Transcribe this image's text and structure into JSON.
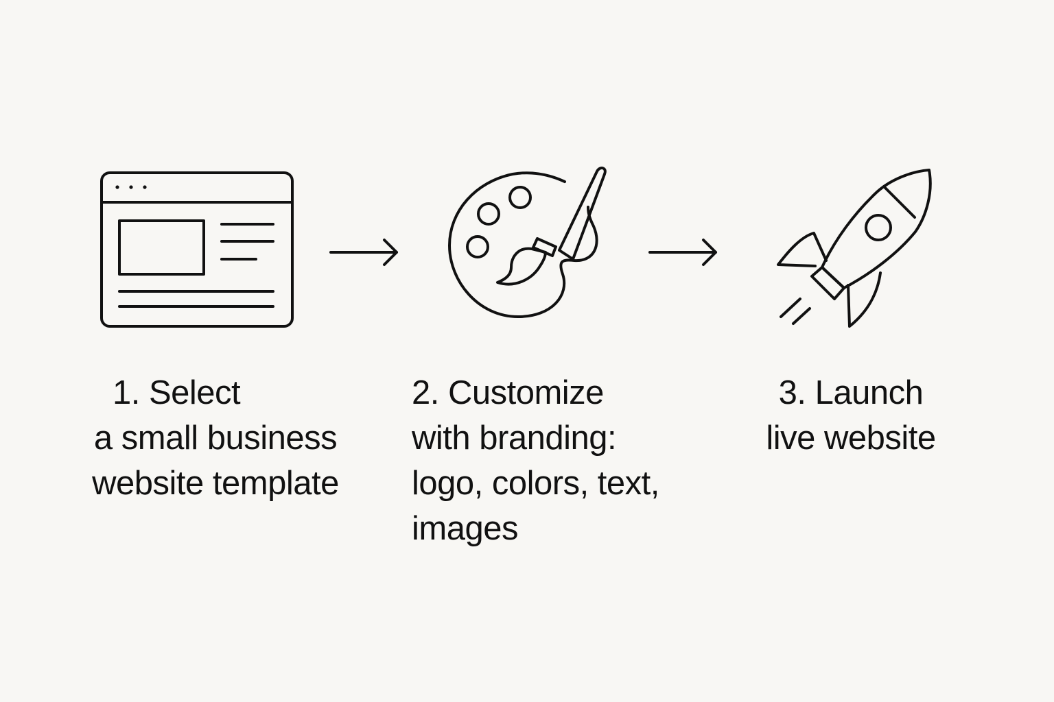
{
  "steps": [
    {
      "icon": "browser-window-icon",
      "lines": [
        "1. Select",
        "a small business",
        "website template"
      ]
    },
    {
      "icon": "palette-brush-icon",
      "lines": [
        "2. Customize",
        "with branding:",
        "logo, colors, text,",
        "images"
      ]
    },
    {
      "icon": "rocket-icon",
      "lines": [
        "3. Launch",
        "live website"
      ]
    }
  ],
  "arrows": [
    "arrow-right-icon",
    "arrow-right-icon"
  ],
  "colors": {
    "background": "#f8f7f4",
    "stroke": "#111111"
  }
}
